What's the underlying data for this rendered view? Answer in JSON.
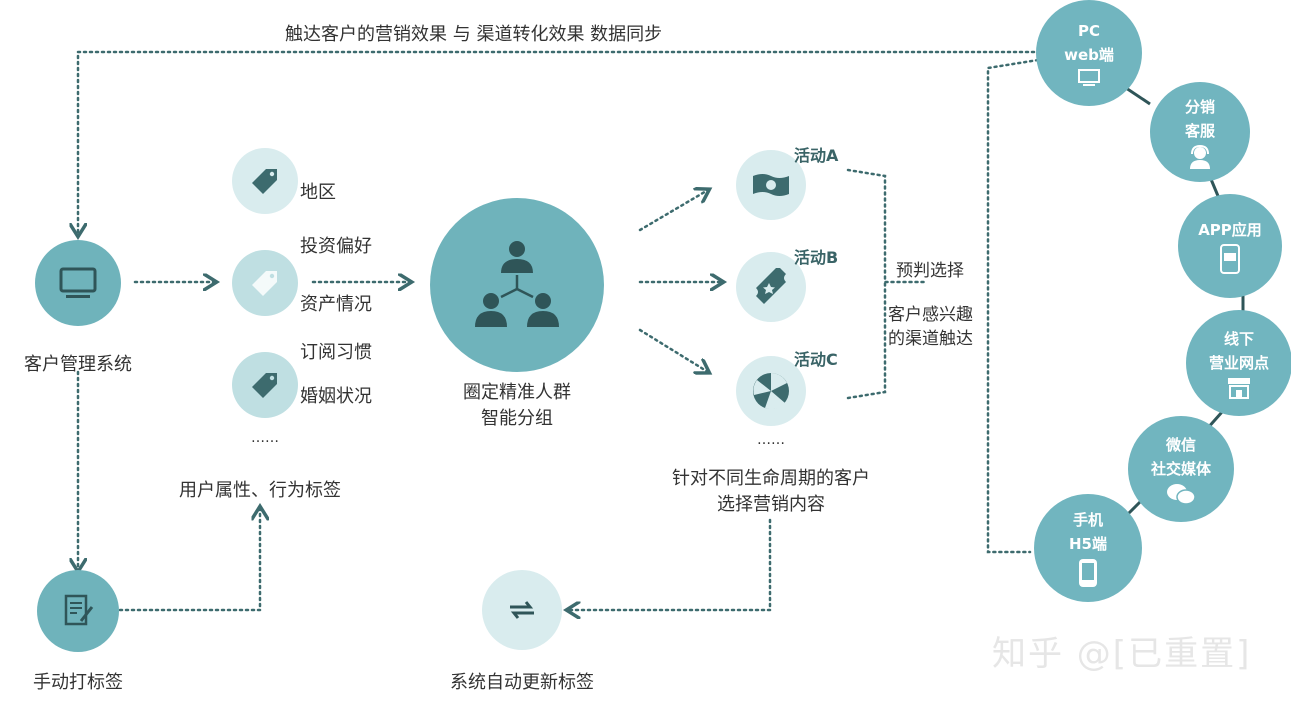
{
  "top_caption": "触达客户的营销效果 与 渠道转化效果 数据同步",
  "crm": {
    "label": "客户管理系统"
  },
  "manual": {
    "label": "手动打标签"
  },
  "auto_update": {
    "label": "系统自动更新标签"
  },
  "tags": {
    "items": [
      "地区",
      "投资偏好",
      "资产情况",
      "订阅习惯",
      "婚姻状况"
    ],
    "ellipsis": "……",
    "caption": "用户属性、行为标签"
  },
  "group": {
    "line1": "圈定精准人群",
    "line2": "智能分组"
  },
  "activities": {
    "items": [
      "活动A",
      "活动B",
      "活动C"
    ],
    "ellipsis": "……",
    "caption_line1": "针对不同生命周期的客户",
    "caption_line2": "选择营销内容"
  },
  "predict": {
    "label": "预判选择",
    "reach_line1": "客户感兴趣",
    "reach_line2": "的渠道触达"
  },
  "channels": [
    {
      "line1": "PC",
      "line2": "web端",
      "icon": "monitor-icon"
    },
    {
      "line1": "分销",
      "line2": "客服",
      "icon": "headset-icon"
    },
    {
      "line1": "APP应用",
      "line2": "",
      "icon": "phone-app-icon"
    },
    {
      "line1": "线下",
      "line2": "营业网点",
      "icon": "storefront-icon"
    },
    {
      "line1": "微信",
      "line2": "社交媒体",
      "icon": "wechat-icon"
    },
    {
      "line1": "手机",
      "line2": "H5端",
      "icon": "mobile-icon"
    }
  ],
  "watermark": "知乎 @[已重置]",
  "colors": {
    "primary": "#6fb3bb",
    "channel": "#71b5bf",
    "dark_text": "#3a6467",
    "line": "#3d6b6e"
  }
}
